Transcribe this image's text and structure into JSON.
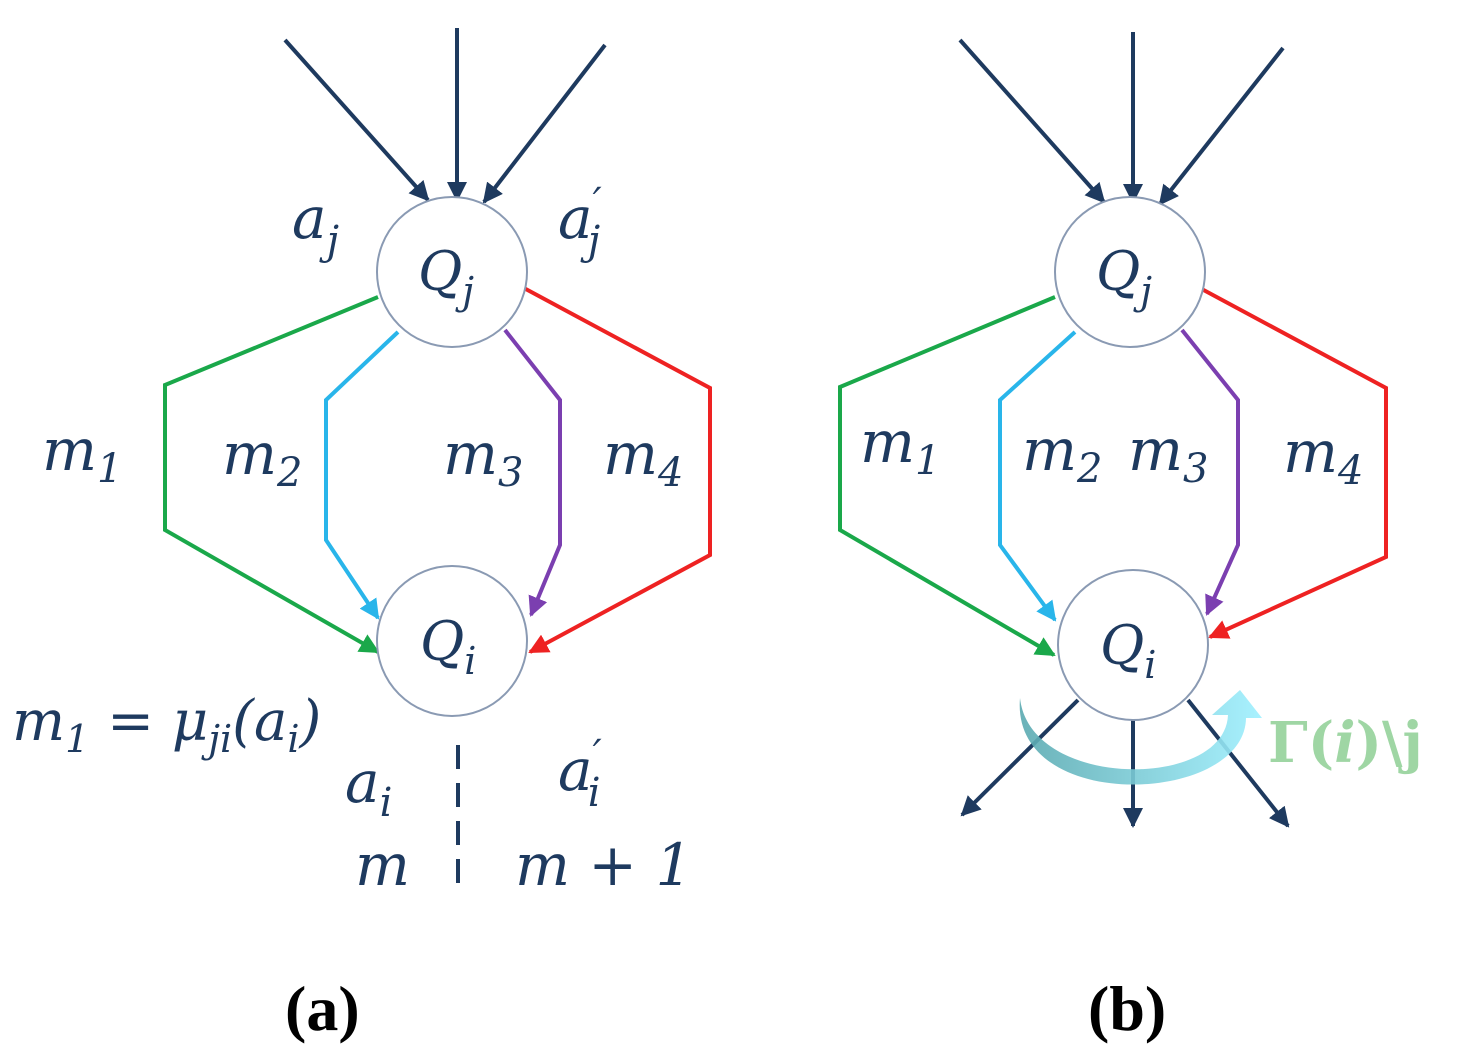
{
  "colors": {
    "dark": "#1e3a5f",
    "green": "#1aa84a",
    "cyan": "#29b5ea",
    "purple": "#7b3fb0",
    "red": "#ee2222",
    "node_stroke": "#8a9ab3",
    "gamma_text": "#9fd6a4",
    "curved_arrow": "#6cc6cf"
  },
  "panel_a": {
    "node_top": {
      "main": "Q",
      "sub": "j"
    },
    "node_bottom": {
      "main": "Q",
      "sub": "i"
    },
    "label_aj": {
      "main": "a",
      "sub": "j"
    },
    "label_aj_prime": {
      "main": "a",
      "sub": "j",
      "prime": "′"
    },
    "m1": {
      "main": "m",
      "sub": "1"
    },
    "m2": {
      "main": "m",
      "sub": "2"
    },
    "m3": {
      "main": "m",
      "sub": "3"
    },
    "m4": {
      "main": "m",
      "sub": "4"
    },
    "equation": {
      "lhs_main": "m",
      "lhs_sub": "1",
      "eq": " = μ",
      "mu_sub": "ji",
      "open": "(a",
      "a_sub": "i",
      "close": ")"
    },
    "label_ai": {
      "main": "a",
      "sub": "i"
    },
    "label_ai_prime": {
      "main": "a",
      "sub": "i",
      "prime": "′"
    },
    "label_m": "m",
    "label_m_plus_1": "m + 1",
    "caption": "(a)"
  },
  "panel_b": {
    "node_top": {
      "main": "Q",
      "sub": "j"
    },
    "node_bottom": {
      "main": "Q",
      "sub": "i"
    },
    "m1": {
      "main": "m",
      "sub": "1"
    },
    "m2": {
      "main": "m",
      "sub": "2"
    },
    "m3": {
      "main": "m",
      "sub": "3"
    },
    "m4": {
      "main": "m",
      "sub": "4"
    },
    "gamma_label": {
      "gamma": "Γ(",
      "i": "i",
      "rest": ")\\j"
    },
    "caption": "(b)"
  }
}
